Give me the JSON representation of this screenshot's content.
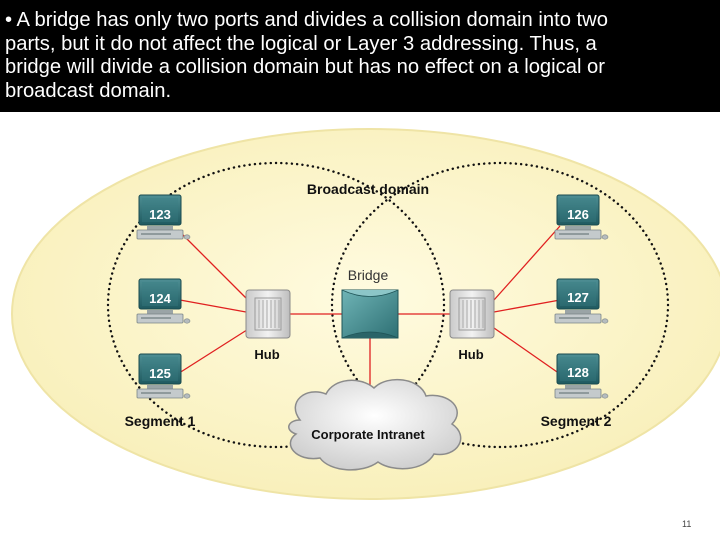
{
  "slide": {
    "text_lines": [
      "• A bridge has only two ports and divides a collision domain into two",
      "parts, but it do not affect the logical or Layer 3 addressing. Thus, a",
      "bridge will divide a collision domain but has no effect on a logical or",
      "broadcast domain."
    ],
    "page_number": "11"
  },
  "diagram": {
    "broadcast_label": "Broadcast domain",
    "bridge_label": "Bridge",
    "hub_left_label": "Hub",
    "hub_right_label": "Hub",
    "segment_left_label": "Segment 1",
    "segment_right_label": "Segment 2",
    "cloud_label": "Corporate Intranet",
    "computers_left": [
      "123",
      "124",
      "125"
    ],
    "computers_right": [
      "126",
      "127",
      "128"
    ]
  },
  "colors": {
    "header_bg": "#000000",
    "header_text": "#ffffff",
    "domain_fill": "#fbf4c4",
    "link_red": "#e02020",
    "bridge_teal": "#3f8a8d",
    "screen_teal": "#2e6e74"
  }
}
